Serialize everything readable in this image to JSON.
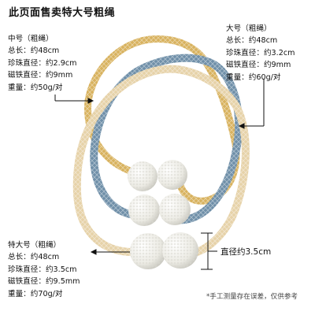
{
  "title": "此页面售卖特大号粗绳",
  "specs": {
    "medium": {
      "name": "中号（粗绳）",
      "length": "总长：约48cm",
      "pearl": "珍珠直径：约2.9cm",
      "magnet": "磁铁直径：约9mm",
      "weight": "重量：约50g/对"
    },
    "large": {
      "name": "大号（粗绳）",
      "length": "总长：约48cm",
      "pearl": "珍珠直径：约3.2cm",
      "magnet": "磁铁直径：约9mm",
      "weight": "重量：约60g/对"
    },
    "xl": {
      "name": "特大号（粗绳）",
      "length": "总长：约48cm",
      "pearl": "珍珠直径：约3.5cm",
      "magnet": "磁铁直径：约9.5mm",
      "weight": "重量：约70g/对"
    }
  },
  "measure_label": "直径约3.5cm",
  "note": "*手工测量存在误差，仅供参考",
  "colors": {
    "gold_rope": "#d8b25e",
    "blue_rope": "#6f8fa8",
    "cream_rope": "#e6d2a8",
    "pearl": "#f1f0ea"
  }
}
